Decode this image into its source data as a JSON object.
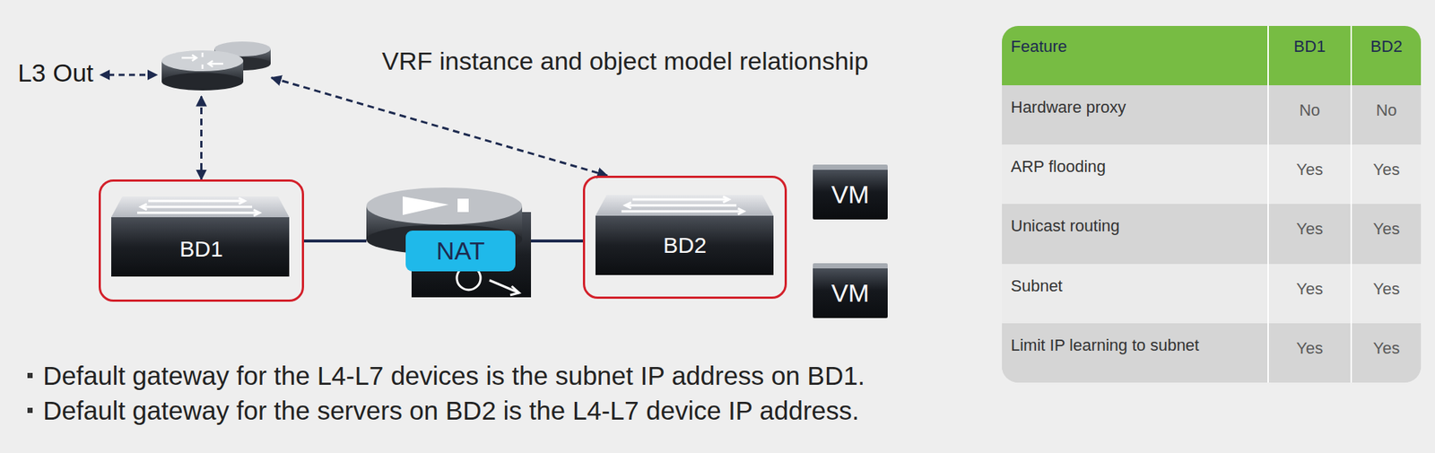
{
  "diagram": {
    "title": "VRF instance and object model relationship",
    "nodes": [
      {
        "text": [
          "L3 Out"
        ]
      },
      {
        "text": [
          "BD1"
        ]
      },
      {
        "text": [
          "NAT"
        ]
      },
      {
        "text": [
          "BD2"
        ]
      },
      {
        "text": [
          "VM"
        ]
      },
      {
        "text": [
          "VM"
        ]
      }
    ],
    "edges": [
      {
        "from": 0,
        "to": 1,
        "arrow": "both"
      },
      {
        "from": 0,
        "to": 3,
        "arrow": "both"
      },
      {
        "from": 1,
        "to": 2,
        "arrow": "none"
      },
      {
        "from": 2,
        "to": 3,
        "arrow": "none"
      }
    ],
    "labels": [
      "Feature",
      "BD1",
      "BD2",
      "Hardware proxy",
      "No",
      "No",
      "ARP flooding",
      "Yes",
      "Yes",
      "Unicast routing",
      "Yes",
      "Yes",
      "Subnet",
      "Yes",
      "Yes",
      "Limit IP learning to subnet",
      "Yes",
      "Yes",
      "Default gateway for the L4-L7 devices is the subnet IP address on BD1.",
      "Default gateway for the servers on BD2 is the L4-L7 device IP address."
    ]
  }
}
